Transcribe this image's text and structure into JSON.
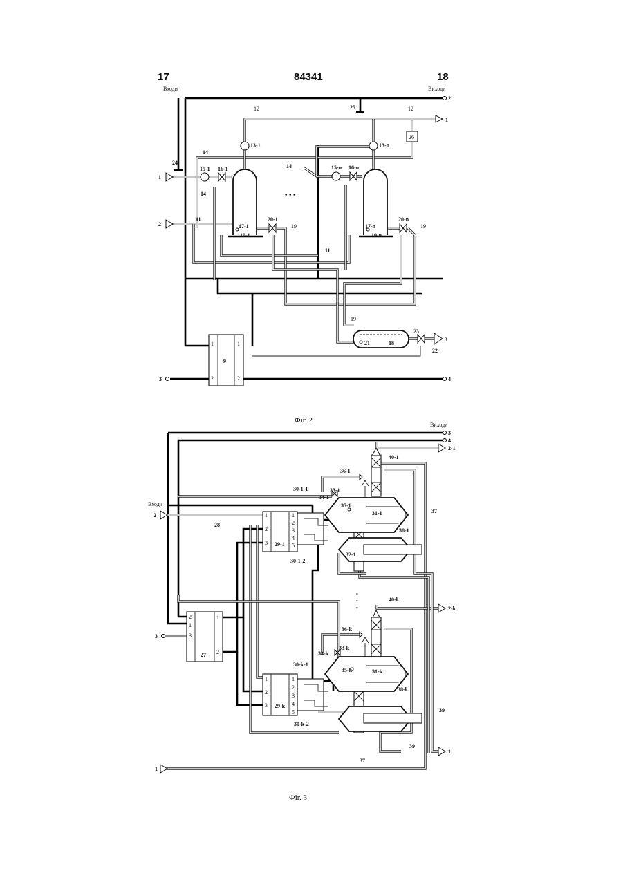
{
  "header": {
    "left_page": "17",
    "patent_number": "84341",
    "right_page": "18"
  },
  "fig2": {
    "caption": "Фіг. 2",
    "inputs_label": "Входи",
    "outputs_label": "Виходи",
    "labels": {
      "l12a": "12",
      "l12b": "12",
      "l25": "25",
      "l26": "26",
      "l13_1": "13-1",
      "l13_n": "13-n",
      "l14a": "14",
      "l14b": "14",
      "l14c": "14",
      "l24": "24",
      "l15_1": "15-1",
      "l16_1": "16-1",
      "l15_n": "15-n",
      "l16_n": "16-n",
      "l11a": "11",
      "l11b": "11",
      "l17_1": "17-1",
      "l10_1": "10-1",
      "l20_1": "20-1",
      "l19a": "19",
      "l17_n": "17-n",
      "l10_n": "10-n",
      "l20_n": "20-n",
      "l19b": "19",
      "l19c": "19",
      "l21": "21",
      "l18": "18",
      "l23": "23",
      "l22": "22",
      "l9": "9",
      "in1": "1",
      "in2": "2",
      "in3": "3",
      "out1": "1",
      "out2": "2",
      "out3": "3",
      "out4": "4",
      "p1a": "1",
      "p2a": "2",
      "p1b": "1",
      "p2b": "2",
      "dots": "• • •"
    }
  },
  "fig3": {
    "caption": "Фіг. 3",
    "inputs_label": "Входи",
    "outputs_label": "Виходи",
    "labels": {
      "out3": "3",
      "out4": "4",
      "o2_1": "2-1",
      "o2_k": "2-k",
      "out1": "1",
      "l40_1": "40-1",
      "l40_k": "40-k",
      "l36_1": "36-1",
      "l36_k": "36-k",
      "l30_1_1": "30-1-1",
      "l30_1_2": "30-1-2",
      "l30_k_1": "30-k-1",
      "l30_k_2": "30-k-2",
      "l33_1": "33-1",
      "l34_1": "34-1",
      "l35_1": "35-1",
      "l31_1": "31-1",
      "l32_1": "32-1",
      "l33_k": "33-k",
      "l34_k": "34-k",
      "l35_k": "35-k",
      "l31_k": "31-k",
      "l37a": "37",
      "l37b": "37",
      "l38_1": "38-1",
      "l38_k": "38-k",
      "l39a": "39",
      "l39b": "39",
      "l28": "28",
      "l29_1": "29-1",
      "l29_k": "29-k",
      "l27": "27",
      "in2": "2",
      "in3": "3",
      "in1": "1",
      "a1": "1",
      "a2": "2",
      "a3": "3",
      "b1": "1",
      "b2": "2",
      "b3": "3",
      "b4": "4",
      "b5": "5",
      "c1": "1",
      "c2": "2",
      "c3": "3",
      "d1": "1",
      "d2": "2",
      "d3": "3",
      "d4": "4",
      "d5": "5",
      "e2": "2",
      "e1": "1",
      "e3": "3",
      "e1r": "1",
      "e2r": "2",
      "vdots": "•"
    }
  }
}
